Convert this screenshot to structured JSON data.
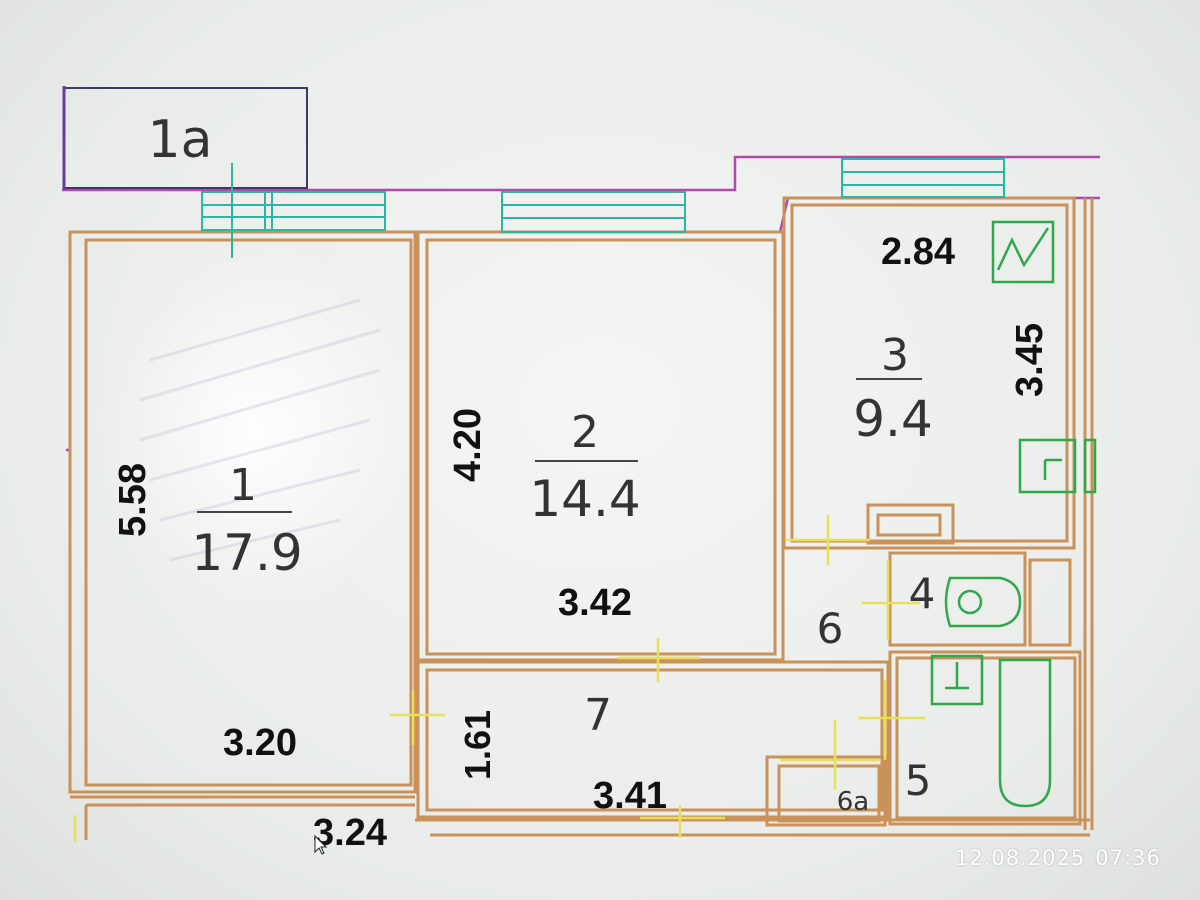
{
  "plan": {
    "balcony_label": "1a",
    "rooms": [
      {
        "id": "1",
        "number": "1",
        "area": "17.9"
      },
      {
        "id": "2",
        "number": "2",
        "area": "14.4"
      },
      {
        "id": "3",
        "number": "3",
        "area": "9.4"
      },
      {
        "id": "4",
        "number": "4"
      },
      {
        "id": "5",
        "number": "5"
      },
      {
        "id": "6",
        "number": "6"
      },
      {
        "id": "6a",
        "number": "6a"
      },
      {
        "id": "7",
        "number": "7"
      }
    ],
    "dimensions": {
      "room1_height": "5.58",
      "room1_width": "3.20",
      "room2_height": "4.20",
      "room2_width": "3.42",
      "room3_width": "2.84",
      "room3_height": "3.45",
      "room7_height": "1.61",
      "room7_width": "3.41",
      "bottom_partial": "3.24"
    }
  },
  "colors": {
    "wall": "#c8925a",
    "exterior": "#b04aa8",
    "window": "#2ab5a5",
    "fixture": "#2fa84a",
    "door": "#e8e05a"
  },
  "timestamp": {
    "date": "12.08.2025",
    "time": "07:36"
  }
}
